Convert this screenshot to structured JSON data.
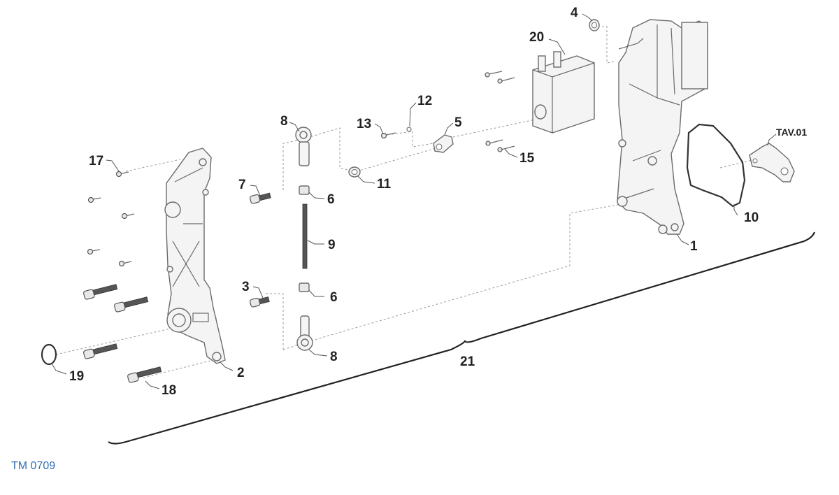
{
  "diagram": {
    "callouts": {
      "c1": "1",
      "c2": "2",
      "c3": "3",
      "c4": "4",
      "c5": "5",
      "c6a": "6",
      "c6b": "6",
      "c7": "7",
      "c8a": "8",
      "c8b": "8",
      "c9": "9",
      "c10": "10",
      "c11": "11",
      "c12": "12",
      "c13": "13",
      "c15": "15",
      "c17": "17",
      "c18": "18",
      "c19": "19",
      "c20": "20",
      "c21": "21",
      "tav": "TAV.01"
    },
    "drawing_code": "TM 0709",
    "accent_color": "#2f6fb2"
  }
}
